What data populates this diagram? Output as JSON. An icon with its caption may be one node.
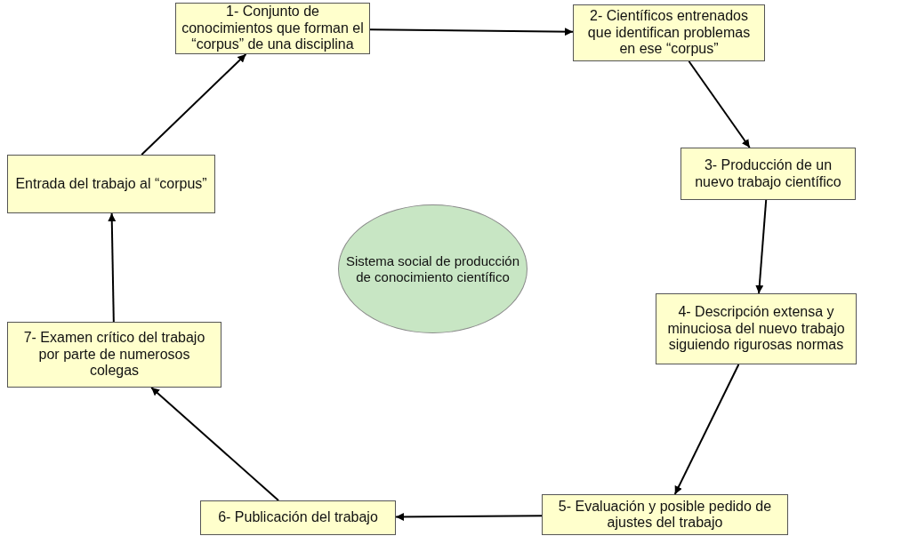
{
  "diagram": {
    "nodes": [
      {
        "text": [
          "1- Conjunto de conocimientos que forman el “corpus” de una disciplina"
        ]
      },
      {
        "text": [
          "2- Científicos entrenados que identifican problemas en ese “corpus”"
        ]
      },
      {
        "text": [
          "3- Producción de un nuevo trabajo científico"
        ]
      },
      {
        "text": [
          "4- Descripción extensa y minuciosa del nuevo trabajo siguiendo rigurosas normas"
        ]
      },
      {
        "text": [
          "5- Evaluación y posible pedido de ajustes del trabajo"
        ]
      },
      {
        "text": [
          "6- Publicación del trabajo"
        ]
      },
      {
        "text": [
          "7- Examen crítico del trabajo por parte de numerosos colegas"
        ]
      },
      {
        "text": [
          "Entrada del trabajo al “corpus”"
        ]
      },
      {
        "text": [
          "Sistema social de producción de conocimiento científico"
        ]
      }
    ],
    "edges": [
      {
        "from": 0,
        "to": 1,
        "arrow": "to"
      },
      {
        "from": 1,
        "to": 2,
        "arrow": "to"
      },
      {
        "from": 2,
        "to": 3,
        "arrow": "to"
      },
      {
        "from": 3,
        "to": 4,
        "arrow": "to"
      },
      {
        "from": 4,
        "to": 5,
        "arrow": "to"
      },
      {
        "from": 5,
        "to": 6,
        "arrow": "to"
      },
      {
        "from": 6,
        "to": 7,
        "arrow": "to"
      },
      {
        "from": 7,
        "to": 0,
        "arrow": "to"
      }
    ]
  }
}
